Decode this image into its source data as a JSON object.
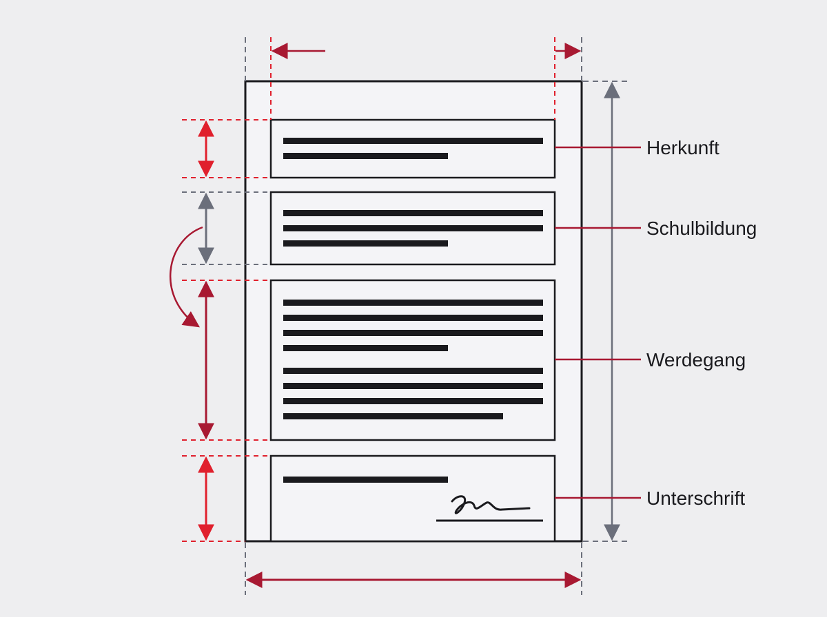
{
  "colors": {
    "background": "#eeeef0",
    "page_fill": "#f4f4f7",
    "outline": "#1a1a1e",
    "red": "#e0202d",
    "crimson": "#a81932",
    "gray": "#6b6f7b",
    "text": "#1a1a1e"
  },
  "sections": [
    {
      "key": "origin",
      "label": "Herkunft"
    },
    {
      "key": "schooling",
      "label": "Schulbildung"
    },
    {
      "key": "career",
      "label": "Werdegang"
    },
    {
      "key": "signature",
      "label": "Unterschrift"
    }
  ],
  "icons": {
    "signature": "signature-scribble-icon"
  }
}
